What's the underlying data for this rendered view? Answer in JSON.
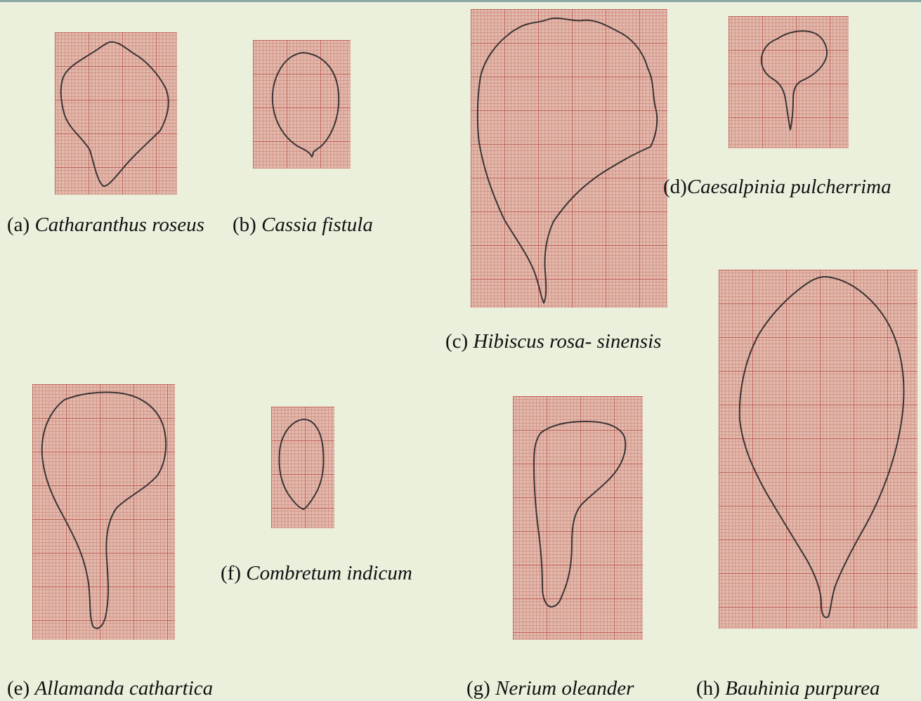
{
  "figure": {
    "accent_rule_color": "#8aa8a4",
    "background_color": "#eaf0dc",
    "graph_paper": {
      "paper_color": "#e3b9ad",
      "minor_line_color": "#c98476",
      "major_line_color": "#b8483e",
      "outline_color": "#3a3434"
    },
    "panels": [
      {
        "letter": "(a)",
        "species": "Catharanthus roseus",
        "shape": "obovate-irregular"
      },
      {
        "letter": "(b)",
        "species": "Cassia fistula",
        "shape": "elliptic"
      },
      {
        "letter": "(c)",
        "species": "Hibiscus rosa- sinensis",
        "shape": "fan-shaped clawed"
      },
      {
        "letter": "(d)",
        "species": "Caesalpinia pulcherrima",
        "shape": "orbicular clawed"
      },
      {
        "letter": "(e)",
        "species": "Allamanda cathartica",
        "shape": "spathulate"
      },
      {
        "letter": "(f)",
        "species": "Combretum indicum",
        "shape": "oval"
      },
      {
        "letter": "(g)",
        "species": "Nerium oleander",
        "shape": "asymmetric clawed"
      },
      {
        "letter": "(h)",
        "species": "Bauhinia purpurea",
        "shape": "ovate clawed"
      }
    ]
  }
}
